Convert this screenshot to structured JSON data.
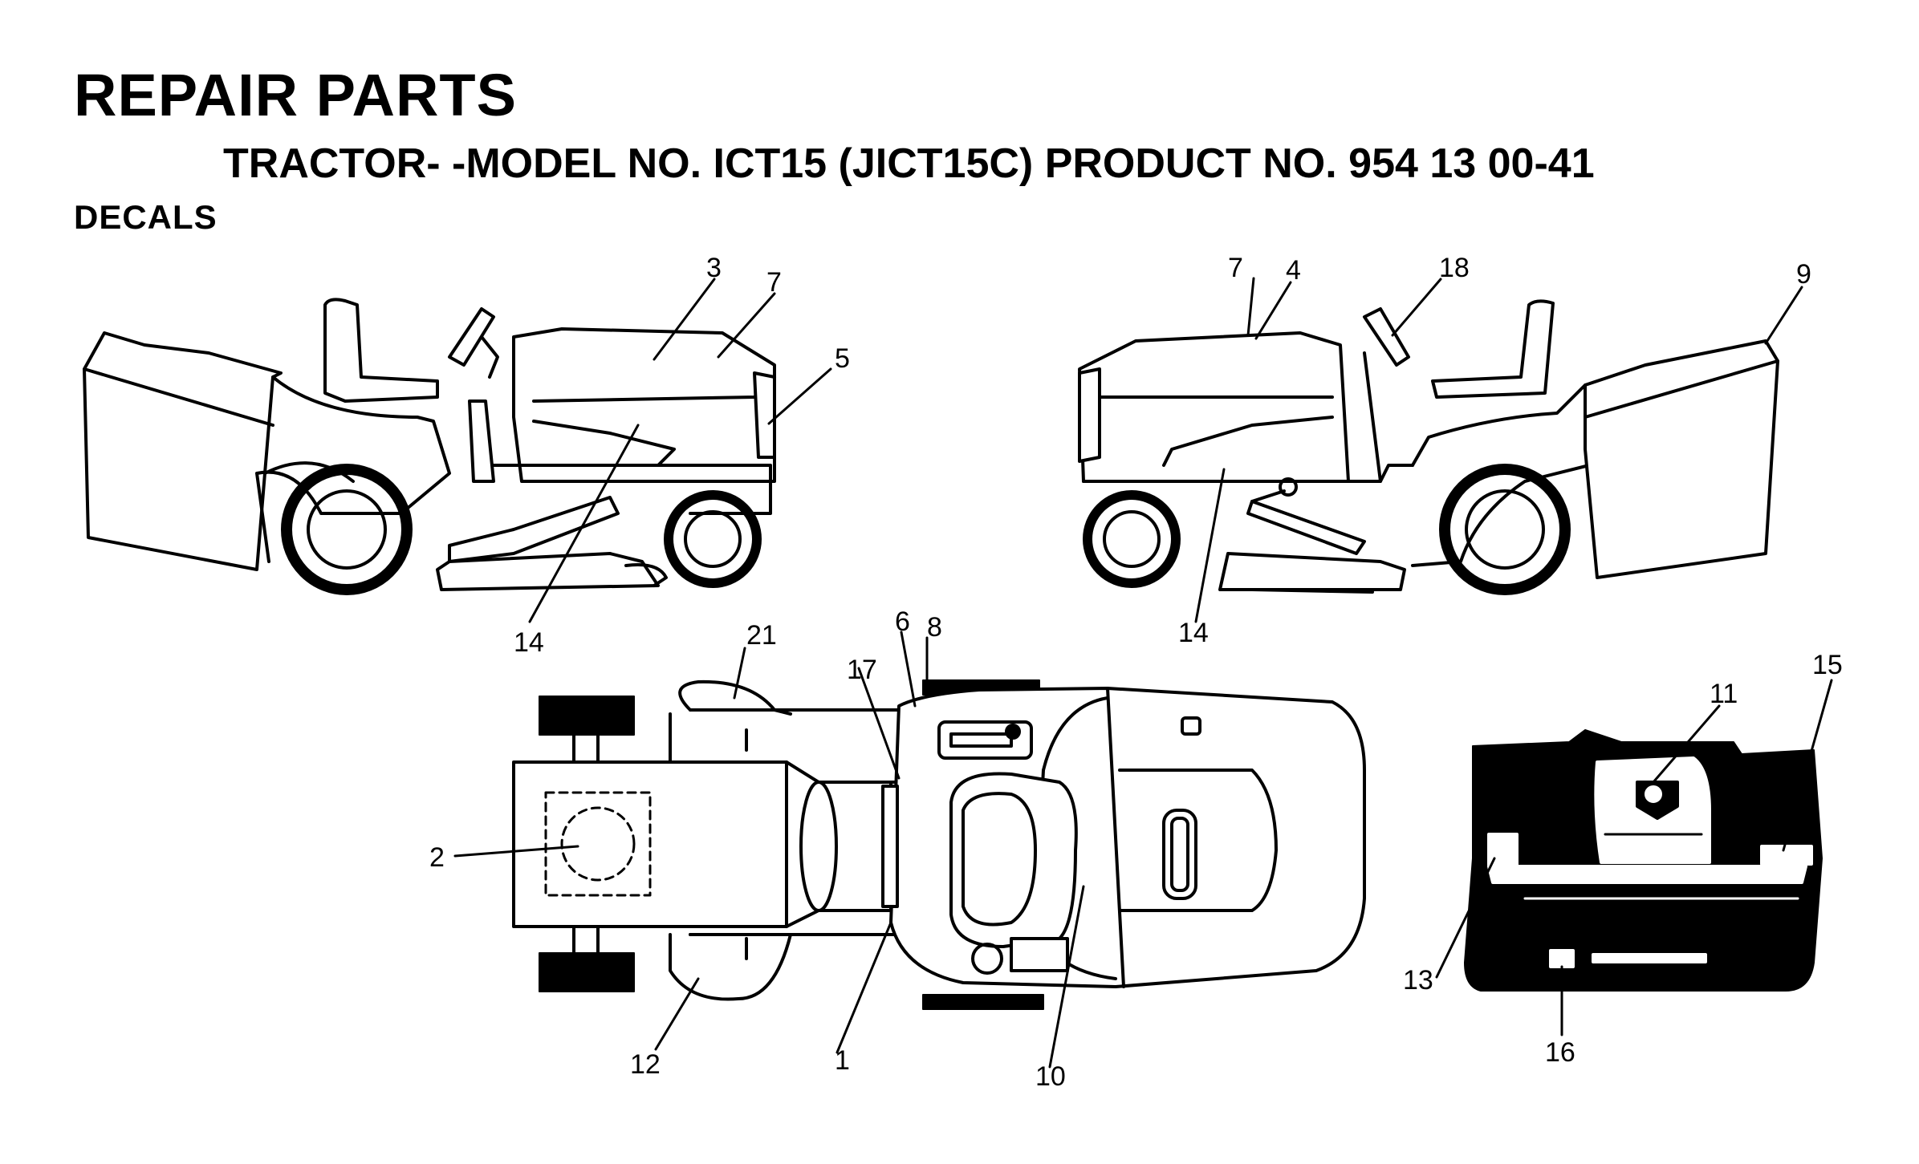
{
  "header": {
    "title": "REPAIR PARTS",
    "model_line": "TRACTOR- -MODEL NO. ICT15 (JICT15C) PRODUCT NO. 954 13 00-41",
    "section": "DECALS"
  },
  "callouts": {
    "c1": "1",
    "c2": "2",
    "c3": "3",
    "c4": "4",
    "c5": "5",
    "c6": "6",
    "c7a": "7",
    "c7b": "7",
    "c8": "8",
    "c9": "9",
    "c10": "10",
    "c11": "11",
    "c12": "12",
    "c13": "13",
    "c14a": "14",
    "c14b": "14",
    "c15": "15",
    "c16": "16",
    "c17": "17",
    "c18": "18",
    "c21": "21"
  },
  "colors": {
    "line": "#000000",
    "fill": "#ffffff",
    "panel": "#000000"
  }
}
